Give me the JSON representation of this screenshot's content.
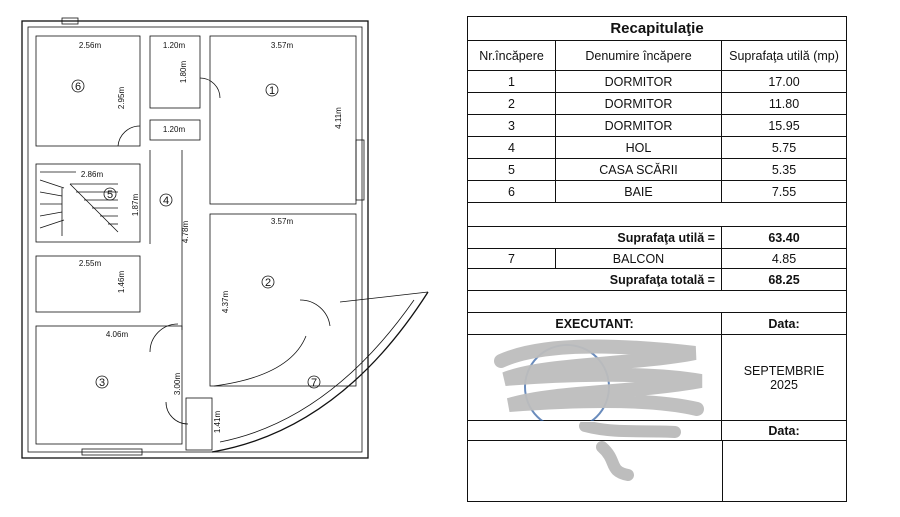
{
  "plan": {
    "dims": {
      "d1": "2.56m",
      "d2": "1.20m",
      "d3": "3.57m",
      "d4": "2.95m",
      "d5": "1.80m",
      "d6": "4.11m",
      "d7": "1.20m",
      "d8": "2.86m",
      "d9": "1.87m",
      "d10": "4.78m",
      "d11": "3.57m",
      "d12": "2.55m",
      "d13": "1.46m",
      "d14": "4.37m",
      "d15": "4.06m",
      "d16": "3.00m",
      "d17": "1.41m"
    },
    "room_numbers": {
      "r1": "1",
      "r2": "2",
      "r3": "3",
      "r4": "4",
      "r5": "5",
      "r6": "6",
      "r7": "7"
    }
  },
  "recap": {
    "title": "Recapitulaţie",
    "headers": {
      "nr": "Nr.încăpere",
      "name": "Denumire încăpere",
      "area": "Suprafaţa utilă (mp)"
    },
    "rows": [
      {
        "nr": "1",
        "name": "DORMITOR",
        "area": "17.00"
      },
      {
        "nr": "2",
        "name": "DORMITOR",
        "area": "11.80"
      },
      {
        "nr": "3",
        "name": "DORMITOR",
        "area": "15.95"
      },
      {
        "nr": "4",
        "name": "HOL",
        "area": "5.75"
      },
      {
        "nr": "5",
        "name": "CASA SCĂRII",
        "area": "5.35"
      },
      {
        "nr": "6",
        "name": "BAIE",
        "area": "7.55"
      }
    ],
    "useful_label": "Suprafaţa utilă =",
    "useful_value": "63.40",
    "balcony": {
      "nr": "7",
      "name": "BALCON",
      "area": "4.85"
    },
    "total_label": "Suprafaţa totală =",
    "total_value": "68.25",
    "executant": "EXECUTANT:",
    "date_label": "Data:",
    "date_value_line1": "SEPTEMBRIE",
    "date_value_line2": "2025",
    "date_label2": "Data:"
  }
}
